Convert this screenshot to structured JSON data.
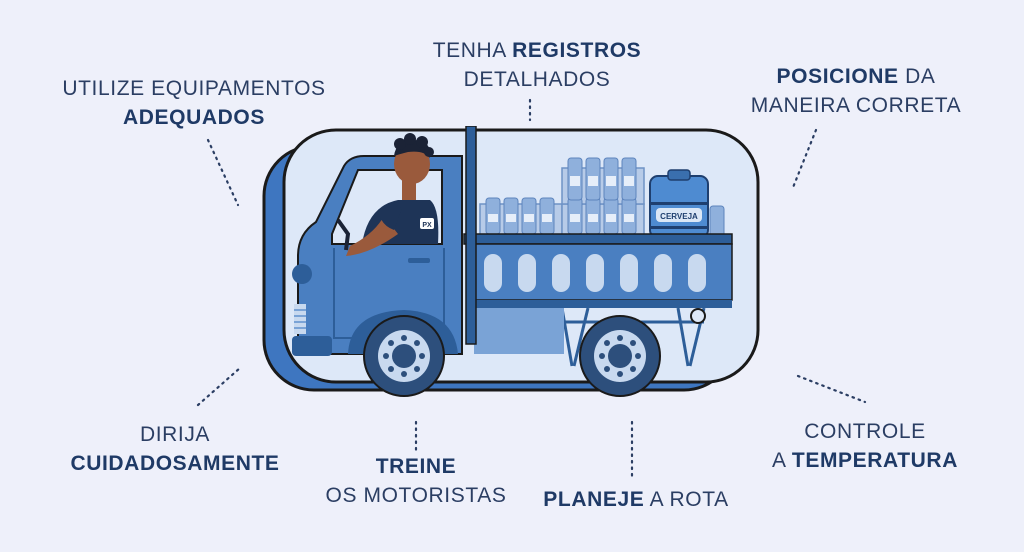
{
  "tips": {
    "equipamentos": {
      "line1": "UTILIZE EQUIPAMENTOS",
      "strong": "ADEQUADOS"
    },
    "registros": {
      "pre": "TENHA ",
      "strong": "REGISTROS",
      "line2": "DETALHADOS"
    },
    "posicione": {
      "strong": "POSICIONE",
      "post": " DA",
      "line2": "MANEIRA CORRETA"
    },
    "dirija": {
      "line1": "DIRIJA",
      "strong": "CUIDADOSAMENTE"
    },
    "treine": {
      "strong": "TREINE",
      "line2": "OS MOTORISTAS"
    },
    "planeje": {
      "strong": "PLANEJE",
      "post": " A ROTA"
    },
    "controle": {
      "line1": "CONTROLE",
      "pre": "A ",
      "strong": "TEMPERATURA"
    }
  },
  "truck": {
    "driver_badge": "PX",
    "keg_label": "CERVEJA"
  },
  "colors": {
    "background": "#eef0fa",
    "text": "#2b3e63",
    "truck_blue": "#4a7fc1",
    "truck_dark": "#2d5e99",
    "frame_fill": "#dde8f8",
    "shadow_blue": "#3e76c0",
    "keg_blue": "#4e8bd1"
  }
}
